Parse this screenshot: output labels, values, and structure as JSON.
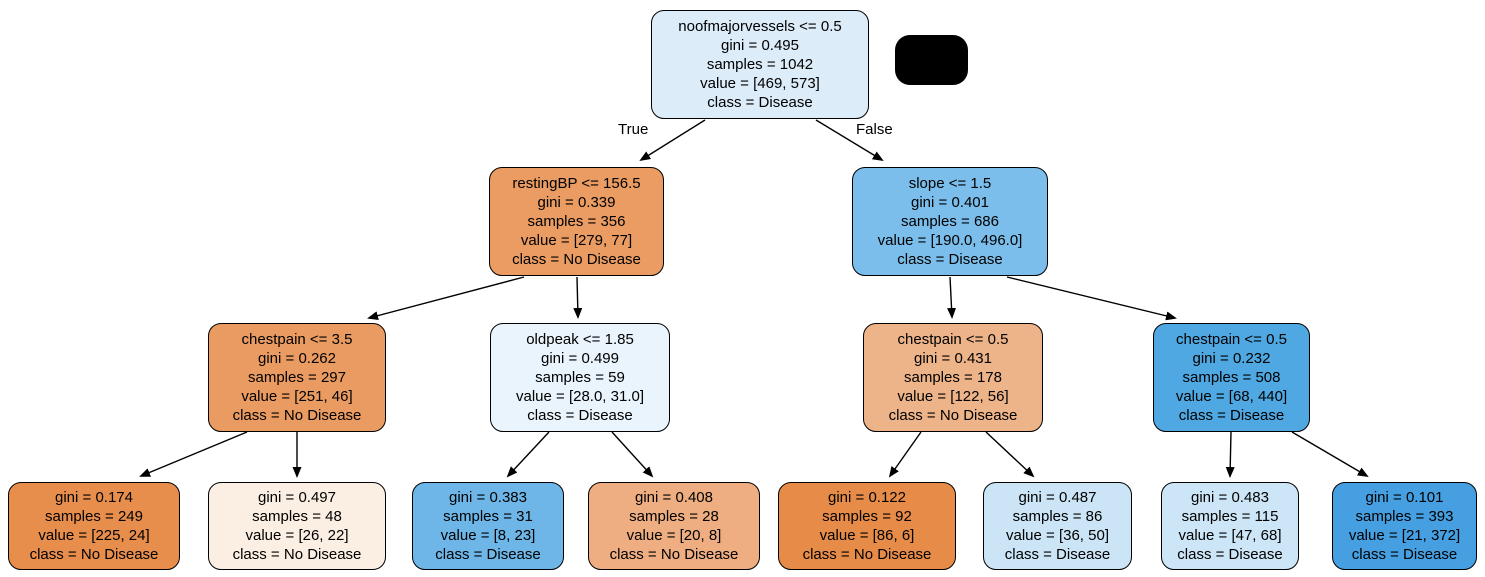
{
  "diagram": {
    "title": "decision-tree",
    "edge_labels": {
      "left": "True",
      "right": "False"
    },
    "blob_color": "#000000",
    "class_colors": {
      "no_disease_orange": "#e58139",
      "disease_blue": "#399de5"
    }
  },
  "nodes": {
    "root": {
      "fill": "#dcecf9",
      "lines": [
        "noofmajorvessels <= 0.5",
        "gini = 0.495",
        "samples = 1042",
        "value = [469, 573]",
        "class = Disease"
      ]
    },
    "restingbp": {
      "fill": "#ea9c62",
      "lines": [
        "restingBP <= 156.5",
        "gini = 0.339",
        "samples = 356",
        "value = [279, 77]",
        "class = No Disease"
      ]
    },
    "slope": {
      "fill": "#7bbeeb",
      "lines": [
        "slope <= 1.5",
        "gini = 0.401",
        "samples = 686",
        "value = [190.0, 496.0]",
        "class = Disease"
      ]
    },
    "chestpain35": {
      "fill": "#ea9b61",
      "lines": [
        "chestpain <= 3.5",
        "gini = 0.262",
        "samples = 297",
        "value = [251, 46]",
        "class = No Disease"
      ]
    },
    "oldpeak": {
      "fill": "#eaf4fc",
      "lines": [
        "oldpeak <= 1.85",
        "gini = 0.499",
        "samples = 59",
        "value = [28.0, 31.0]",
        "class = Disease"
      ]
    },
    "chestpainl": {
      "fill": "#edb48a",
      "lines": [
        "chestpain <= 0.5",
        "gini = 0.431",
        "samples = 178",
        "value = [122, 56]",
        "class = No Disease"
      ]
    },
    "chestpainr": {
      "fill": "#4fa8e2",
      "lines": [
        "chestpain <= 0.5",
        "gini = 0.232",
        "samples = 508",
        "value = [68, 440]",
        "class = Disease"
      ]
    },
    "leaf1": {
      "fill": "#e88e4d",
      "lines": [
        "gini = 0.174",
        "samples = 249",
        "value = [225, 24]",
        "class = No Disease"
      ]
    },
    "leaf2": {
      "fill": "#fbeee2",
      "lines": [
        "gini = 0.497",
        "samples = 48",
        "value = [26, 22]",
        "class = No Disease"
      ]
    },
    "leaf3": {
      "fill": "#6db6e7",
      "lines": [
        "gini = 0.383",
        "samples = 31",
        "value = [8, 23]",
        "class = Disease"
      ]
    },
    "leaf4": {
      "fill": "#eeae81",
      "lines": [
        "gini = 0.408",
        "samples = 28",
        "value = [20, 8]",
        "class = No Disease"
      ]
    },
    "leaf5": {
      "fill": "#e78c48",
      "lines": [
        "gini = 0.122",
        "samples = 92",
        "value = [86, 6]",
        "class = No Disease"
      ]
    },
    "leaf6": {
      "fill": "#cbe5f7",
      "lines": [
        "gini = 0.487",
        "samples = 86",
        "value = [36, 50]",
        "class = Disease"
      ]
    },
    "leaf7": {
      "fill": "#cde6f7",
      "lines": [
        "gini = 0.483",
        "samples = 115",
        "value = [47, 68]",
        "class = Disease"
      ]
    },
    "leaf8": {
      "fill": "#459fe0",
      "lines": [
        "gini = 0.101",
        "samples = 393",
        "value = [21, 372]",
        "class = Disease"
      ]
    }
  }
}
